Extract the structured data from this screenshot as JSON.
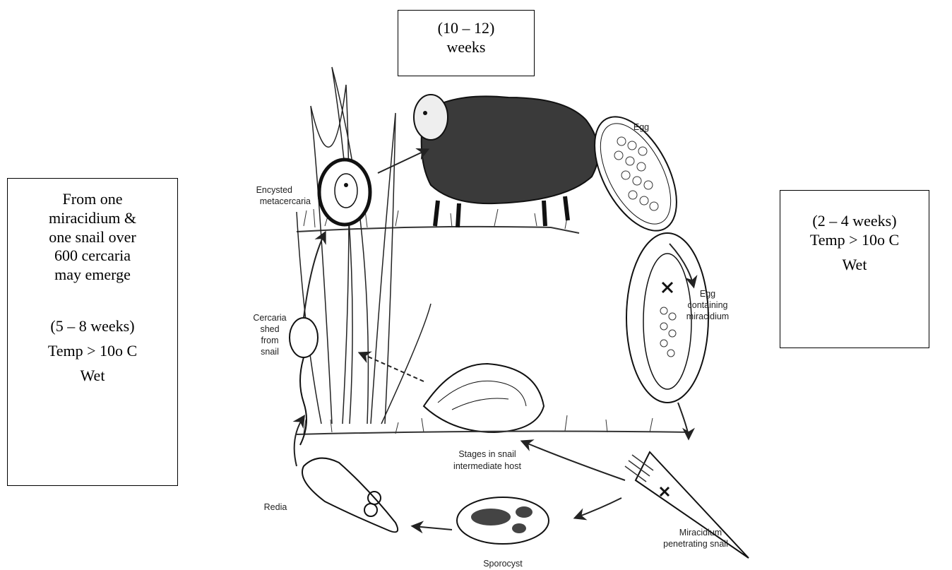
{
  "boxes": {
    "top": {
      "line1": "(10 – 12)",
      "line2": "weeks"
    },
    "left": {
      "line1": "From one",
      "line2": "miracidium &",
      "line3": "one snail over",
      "line4": "600 cercaria",
      "line5": "may emerge",
      "line6": "(5 – 8 weeks)",
      "line7": "Temp > 10o C",
      "line8": "Wet"
    },
    "right": {
      "line1": "(2 – 4 weeks)",
      "line2": "Temp > 10o C",
      "line3": "Wet"
    }
  },
  "stages": {
    "egg": "Egg",
    "egg_miracidium_1": "Egg",
    "egg_miracidium_2": "containing",
    "egg_miracidium_3": "miracidium",
    "miracidium_1": "Miracidium",
    "miracidium_2": "penetrating snail",
    "sporocyst": "Sporocyst",
    "redia": "Redia",
    "snail_host_1": "Stages in snail",
    "snail_host_2": "intermediate host",
    "cercaria_1": "Cercaria",
    "cercaria_2": "shed",
    "cercaria_3": "from",
    "cercaria_4": "snail",
    "metacercaria_1": "Encysted",
    "metacercaria_2": "metacercaria"
  }
}
